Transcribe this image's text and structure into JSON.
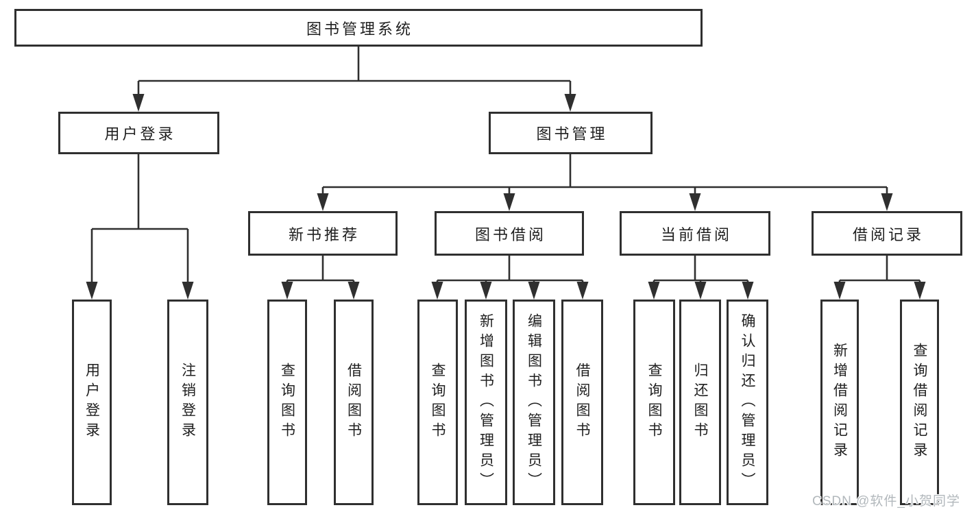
{
  "nodes": {
    "root": "图书管理系统",
    "branches": [
      "用户登录",
      "图书管理"
    ],
    "modules": [
      "新书推荐",
      "图书借阅",
      "当前借阅",
      "借阅记录"
    ],
    "leaves": [
      "用户登录",
      "注销登录",
      "查询图书",
      "借阅图书",
      "查询图书",
      "新增图书（管理员）",
      "编辑图书（管理员）",
      "借阅图书",
      "查询图书",
      "归还图书",
      "确认归还（管理员）",
      "新增借阅记录",
      "查询借阅记录"
    ]
  },
  "watermark": "CSDN @软件_小贺同学",
  "colors": {
    "line": "#2f2f2f",
    "text": "#1f1f1f",
    "watermark": "#b2b8bc",
    "background": "#ffffff"
  }
}
